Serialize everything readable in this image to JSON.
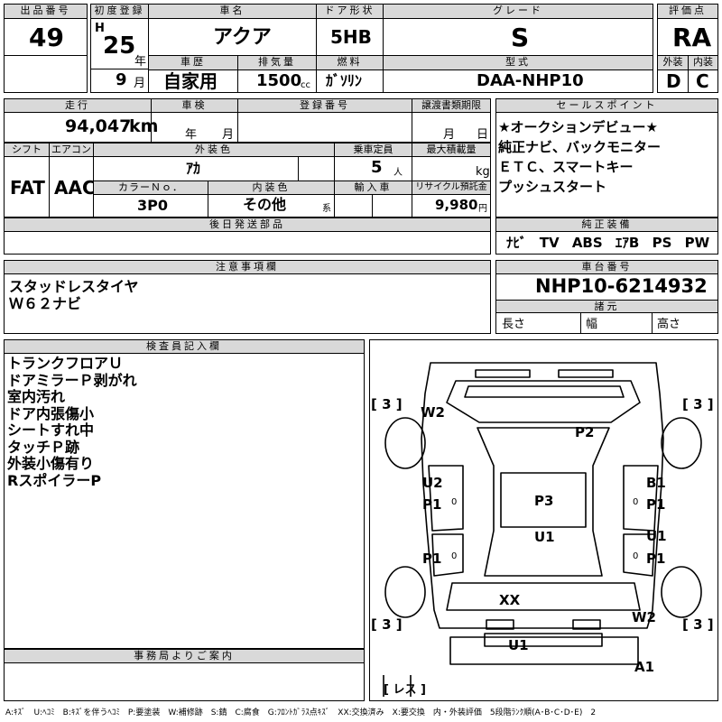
{
  "header": {
    "lot_label": "出品番号",
    "lot_value": "49",
    "first_reg_label": "初度登録",
    "era": "H",
    "year_value": "25",
    "year_unit": "年",
    "month_value": "9",
    "month_unit": "月",
    "car_name_label": "車名",
    "car_name": "アクア",
    "door_label": "ドア形状",
    "door": "5HB",
    "grade_label": "グレード",
    "grade": "S",
    "score_label": "評価点",
    "score": "RA",
    "history_label": "車歴",
    "history": "自家用",
    "displacement_label": "排気量",
    "displacement": "1500",
    "displacement_unit": "cc",
    "fuel_label": "燃料",
    "fuel": "ｶﾞｿﾘﾝ",
    "model_label": "型式",
    "model": "DAA-NHP10",
    "exterior_label": "外装",
    "exterior": "D",
    "interior_label": "内装",
    "interior": "C"
  },
  "row2": {
    "mileage_label": "走行",
    "mileage": "94,047",
    "mileage_unit": "km",
    "inspection_label": "車検",
    "insp_year_unit": "年",
    "insp_month_unit": "月",
    "reg_no_label": "登録番号",
    "transfer_label": "譲渡書類期限",
    "transfer_month_unit": "月",
    "transfer_day_unit": "日"
  },
  "row3": {
    "shift_label": "シフト",
    "shift": "FAT",
    "ac_label": "エアコン",
    "ac": "AAC",
    "ext_color_label": "外装色",
    "ext_color": "ｱｶ",
    "capacity_label": "乗車定員",
    "capacity": "5",
    "capacity_unit": "人",
    "load_label": "最大積載量",
    "load_unit": "kg",
    "color_no_label": "カラーＮｏ．",
    "color_no": "3P0",
    "int_color_label": "内装色",
    "int_color": "その他",
    "int_color_unit": "系",
    "import_label": "輸入車",
    "recycle_label": "リサイクル預託金",
    "recycle": "9,980",
    "recycle_unit": "円",
    "later_label": "後日発送部品"
  },
  "sales": {
    "label": "セールスポイント",
    "items": [
      "★オークションデビュー★",
      "純正ナビ、バックモニター",
      "ＥＴＣ、スマートキー",
      "プッシュスタート"
    ]
  },
  "equipment": {
    "label": "純正装備",
    "items": [
      "ﾅﾋﾞ",
      "TV",
      "ABS",
      "ｴｱB",
      "PS",
      "PW"
    ]
  },
  "notes": {
    "label": "注意事項欄",
    "items": [
      "スタッドレスタイヤ",
      "Ｗ６２ナビ"
    ]
  },
  "chassis": {
    "label": "車台番号",
    "value": "NHP10-6214932",
    "dim_label": "諸元",
    "length_label": "長さ",
    "width_label": "幅",
    "height_label": "高さ"
  },
  "inspector": {
    "label": "検査員記入欄",
    "items": [
      "トランクフロアＵ",
      "ドアミラーＰ剥がれ",
      "室内汚れ",
      "ドア内張傷小",
      "シートすれ中",
      "タッチＰ跡",
      "外装小傷有り",
      "RスポイラーP"
    ]
  },
  "office": {
    "label": "事務局よりご案内"
  },
  "diagram": {
    "tires": [
      "[ 3 ]",
      "[ 3 ]",
      "[ 3 ]",
      "[ 3 ]"
    ],
    "marks": {
      "w2_fl": "W2",
      "p2_hood": "P2",
      "u2_fl": "U2",
      "p1_fl": "P1",
      "b1_fr": "B1",
      "p1_fr": "P1",
      "p3_roof": "P3",
      "u1_roof": "U1",
      "p1_rl": "P1",
      "u1_rr": "U1",
      "p1_rr": "P1",
      "xx_rear": "XX",
      "w2_rear": "W2",
      "u1_bumper": "U1",
      "a1_bumper": "A1"
    },
    "zero": "0",
    "bottom": "[ レス ]"
  },
  "legend": "A:ｷｽﾞ　U:ﾍｺﾐ　B:ｷｽﾞを伴うﾍｺﾐ　P:要塗装　W:補修跡　S:錆　C:腐食　G:ﾌﾛﾝﾄｶﾞﾗｽ点ｷｽﾞ　XX:交換済み　X:要交換　内・外装評価　5段階ﾗﾝｸ順(A･B･C･D･E)　2"
}
